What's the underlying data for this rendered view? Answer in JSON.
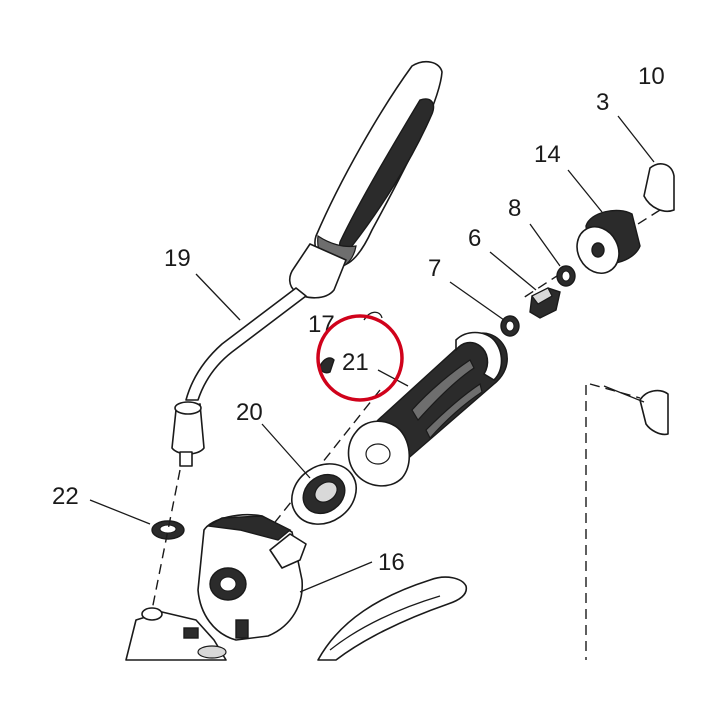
{
  "diagram": {
    "highlight_color": "#d0021b",
    "highlighted_callout": "21",
    "callouts": [
      "10",
      "3",
      "14",
      "8",
      "6",
      "7",
      "19",
      "17",
      "21",
      "20",
      "22",
      "16"
    ]
  }
}
